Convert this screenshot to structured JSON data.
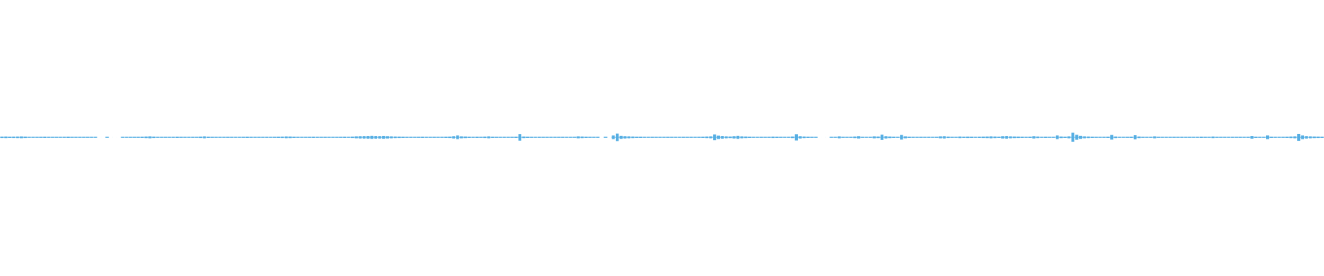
{
  "waveform": {
    "color": "#55aee3",
    "background": "#ffffff",
    "amplitudes": [
      0.09,
      0.1,
      0.08,
      0.09,
      0.1,
      0.11,
      0.09,
      0.06,
      0.05,
      0.06,
      0.07,
      0.08,
      0.07,
      0.06,
      0.05,
      0.06,
      0.07,
      0.08,
      0.06,
      0.05,
      0.04,
      0.05,
      0.06,
      0.05,
      0.04,
      0.0,
      0.0,
      0.03,
      0.0,
      0.0,
      0.0,
      0.04,
      0.05,
      0.05,
      0.06,
      0.07,
      0.08,
      0.1,
      0.12,
      0.09,
      0.07,
      0.06,
      0.05,
      0.06,
      0.07,
      0.08,
      0.07,
      0.06,
      0.06,
      0.07,
      0.06,
      0.09,
      0.12,
      0.08,
      0.07,
      0.06,
      0.05,
      0.06,
      0.07,
      0.06,
      0.05,
      0.06,
      0.07,
      0.08,
      0.07,
      0.06,
      0.05,
      0.06,
      0.07,
      0.06,
      0.07,
      0.08,
      0.09,
      0.11,
      0.1,
      0.08,
      0.07,
      0.06,
      0.06,
      0.07,
      0.08,
      0.07,
      0.06,
      0.07,
      0.06,
      0.05,
      0.06,
      0.07,
      0.08,
      0.07,
      0.09,
      0.12,
      0.14,
      0.15,
      0.16,
      0.18,
      0.16,
      0.15,
      0.17,
      0.14,
      0.12,
      0.1,
      0.09,
      0.08,
      0.07,
      0.07,
      0.06,
      0.07,
      0.08,
      0.07,
      0.06,
      0.07,
      0.06,
      0.07,
      0.08,
      0.09,
      0.14,
      0.22,
      0.12,
      0.1,
      0.08,
      0.07,
      0.08,
      0.07,
      0.09,
      0.12,
      0.08,
      0.07,
      0.06,
      0.07,
      0.06,
      0.07,
      0.08,
      0.4,
      0.1,
      0.08,
      0.07,
      0.06,
      0.07,
      0.06,
      0.05,
      0.06,
      0.05,
      0.06,
      0.07,
      0.06,
      0.05,
      0.06,
      0.12,
      0.1,
      0.08,
      0.07,
      0.06,
      0.07,
      0.0,
      0.06,
      0.0,
      0.22,
      0.45,
      0.18,
      0.14,
      0.12,
      0.1,
      0.08,
      0.08,
      0.07,
      0.06,
      0.07,
      0.06,
      0.05,
      0.06,
      0.07,
      0.06,
      0.05,
      0.06,
      0.07,
      0.06,
      0.07,
      0.06,
      0.07,
      0.08,
      0.1,
      0.12,
      0.35,
      0.2,
      0.16,
      0.12,
      0.1,
      0.14,
      0.18,
      0.12,
      0.1,
      0.08,
      0.07,
      0.06,
      0.07,
      0.06,
      0.07,
      0.09,
      0.08,
      0.07,
      0.06,
      0.07,
      0.1,
      0.38,
      0.14,
      0.1,
      0.08,
      0.07,
      0.06,
      0.0,
      0.0,
      0.0,
      0.05,
      0.06,
      0.12,
      0.07,
      0.06,
      0.07,
      0.1,
      0.14,
      0.07,
      0.06,
      0.07,
      0.12,
      0.1,
      0.32,
      0.14,
      0.1,
      0.08,
      0.07,
      0.28,
      0.12,
      0.08,
      0.07,
      0.06,
      0.07,
      0.06,
      0.07,
      0.06,
      0.07,
      0.12,
      0.14,
      0.09,
      0.07,
      0.06,
      0.1,
      0.08,
      0.09,
      0.08,
      0.07,
      0.08,
      0.09,
      0.1,
      0.12,
      0.1,
      0.08,
      0.14,
      0.16,
      0.12,
      0.1,
      0.09,
      0.08,
      0.07,
      0.08,
      0.14,
      0.1,
      0.07,
      0.08,
      0.06,
      0.07,
      0.22,
      0.1,
      0.08,
      0.12,
      0.55,
      0.3,
      0.18,
      0.12,
      0.1,
      0.08,
      0.07,
      0.06,
      0.07,
      0.08,
      0.28,
      0.1,
      0.07,
      0.06,
      0.07,
      0.08,
      0.25,
      0.1,
      0.07,
      0.06,
      0.07,
      0.12,
      0.07,
      0.06,
      0.05,
      0.06,
      0.07,
      0.06,
      0.07,
      0.06,
      0.05,
      0.06,
      0.07,
      0.08,
      0.07,
      0.06,
      0.1,
      0.07,
      0.06,
      0.05,
      0.06,
      0.07,
      0.06,
      0.07,
      0.06,
      0.07,
      0.16,
      0.08,
      0.07,
      0.06,
      0.22,
      0.08,
      0.07,
      0.06,
      0.07,
      0.08,
      0.1,
      0.12,
      0.42,
      0.22,
      0.15,
      0.12,
      0.1,
      0.09,
      0.08
    ]
  }
}
